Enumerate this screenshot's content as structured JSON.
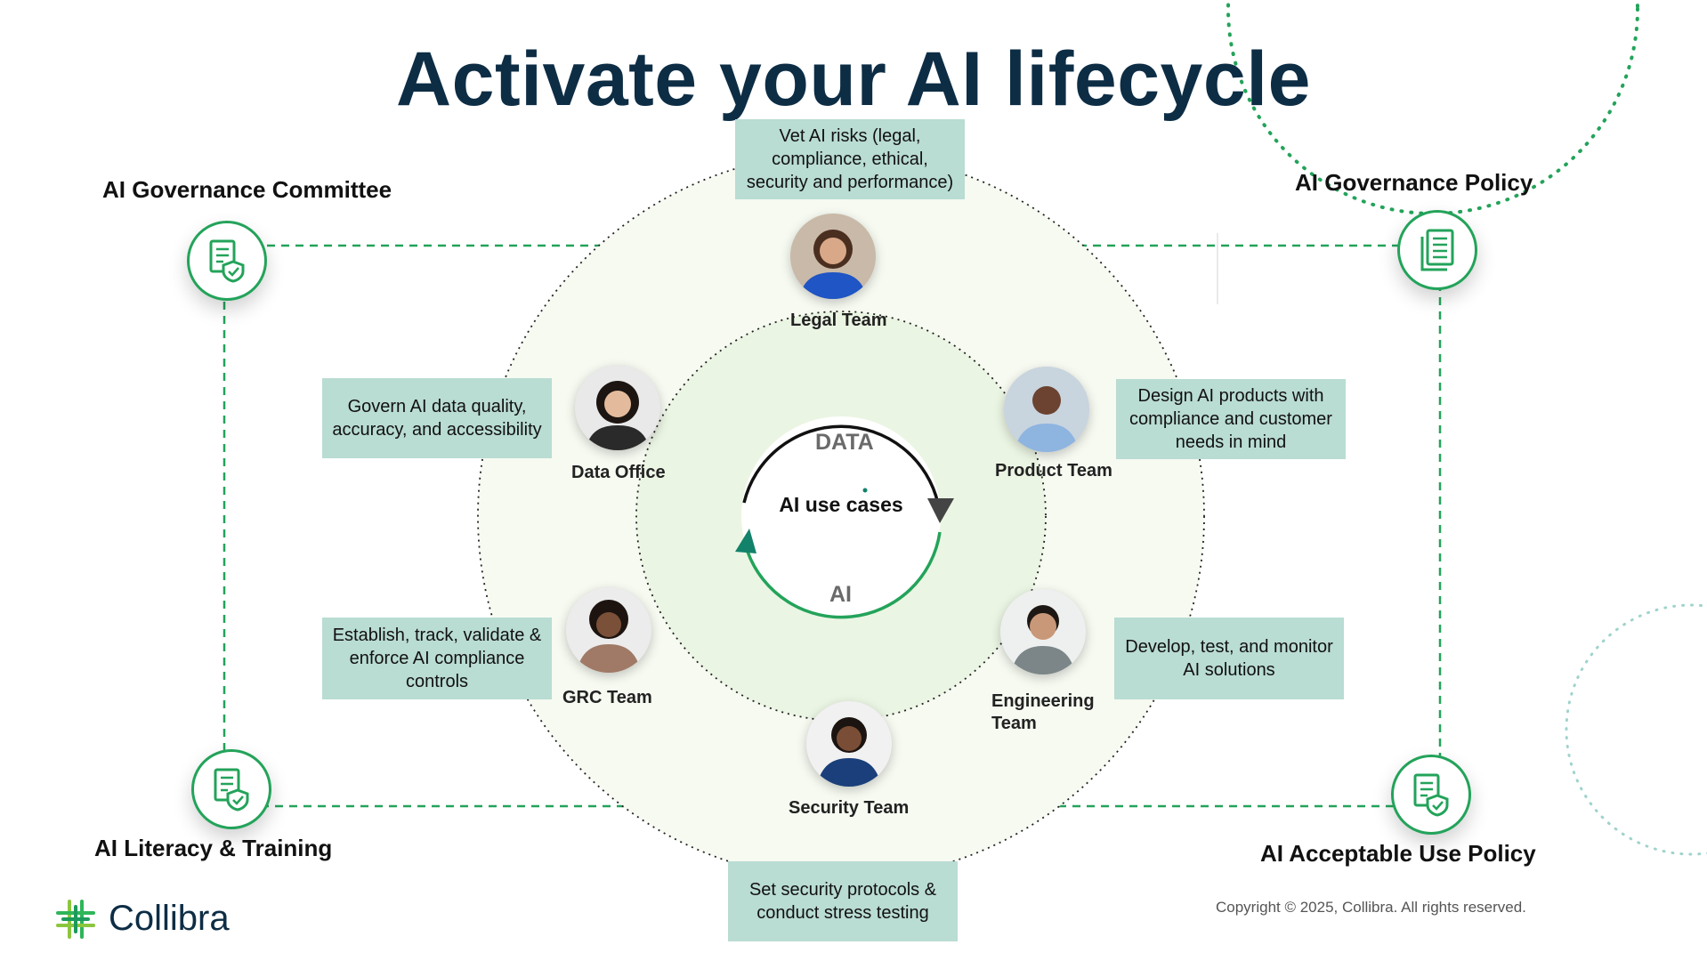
{
  "title": "Activate your AI lifecycle",
  "colors": {
    "navy": "#0d2d45",
    "green": "#23a35a",
    "box_teal": "#b9dcd3",
    "ring_fill": "#eef7e8",
    "arrow_teal": "#12826a"
  },
  "corners": {
    "top_left": {
      "label": "AI Governance Committee",
      "icon": "document-shield-icon"
    },
    "top_right": {
      "label": "AI Governance Policy",
      "icon": "document-lines-icon"
    },
    "bottom_left": {
      "label": "AI Literacy & Training",
      "icon": "document-shield-icon"
    },
    "bottom_right": {
      "label": "AI Acceptable Use  Policy",
      "icon": "document-shield-icon"
    }
  },
  "center": {
    "title": "AI use cases",
    "top_label": "DATA",
    "bottom_label": "AI"
  },
  "teams": {
    "legal": {
      "name": "Legal Team",
      "task": "Vet AI risks (legal, compliance, ethical, security and performance)"
    },
    "data_office": {
      "name": "Data Office",
      "task": "Govern AI data quality, accuracy, and accessibility"
    },
    "product": {
      "name": "Product Team",
      "task": "Design AI products with compliance and  customer needs in mind"
    },
    "grc": {
      "name": "GRC Team",
      "task": "Establish, track, validate  & enforce AI compliance controls"
    },
    "engineering": {
      "name": "Engineering Team",
      "task": "Develop, test, and monitor AI solutions"
    },
    "security": {
      "name": "Security Team",
      "task": "Set security protocols & conduct stress testing"
    }
  },
  "footer": {
    "brand": "Collibra",
    "copyright": "Copyright © 2025, Collibra. All rights reserved."
  }
}
